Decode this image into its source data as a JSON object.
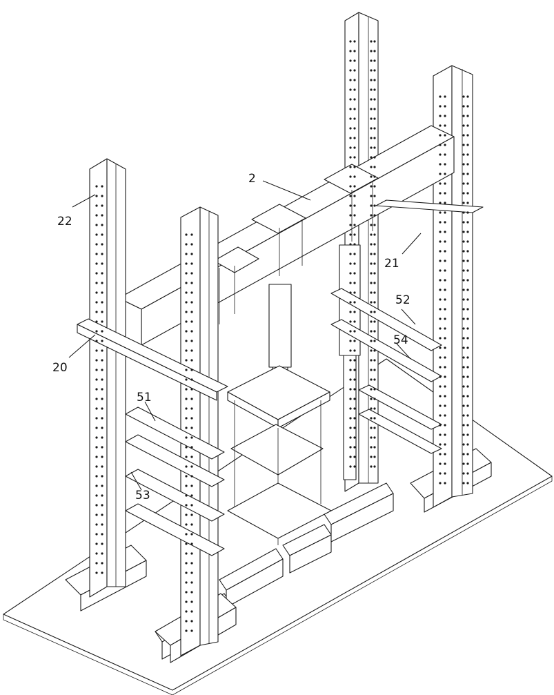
{
  "diagram": {
    "labels": {
      "beam": "2",
      "frame_left": "20",
      "frame_right": "21",
      "column": "22",
      "rail_51": "51",
      "rail_52": "52",
      "rail_53": "53",
      "rail_54": "54"
    }
  }
}
